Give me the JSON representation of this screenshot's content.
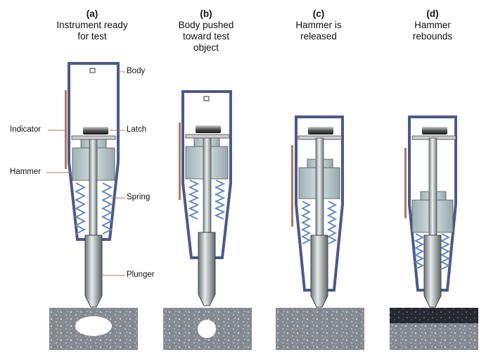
{
  "panels": [
    {
      "letter": "(a)",
      "caption_line1": "Instrument ready",
      "caption_line2": "for test"
    },
    {
      "letter": "(b)",
      "caption_line1": "Body pushed",
      "caption_line2": "toward test",
      "caption_line3": "object"
    },
    {
      "letter": "(c)",
      "caption_line1": "Hammer is",
      "caption_line2": "released"
    },
    {
      "letter": "(d)",
      "caption_line1": "Hammer",
      "caption_line2": "rebounds"
    }
  ],
  "labels": {
    "body": "Body",
    "latch": "Latch",
    "indicator": "Indicator",
    "hammer": "Hammer",
    "spring": "Spring",
    "plunger": "Plunger"
  },
  "colors": {
    "body_outline": "#4a5a8c",
    "hammer_fill": "#b9c9cc",
    "spring": "#6a8abf",
    "indicator": "#b07a5a",
    "concrete": "#8a8f96"
  }
}
